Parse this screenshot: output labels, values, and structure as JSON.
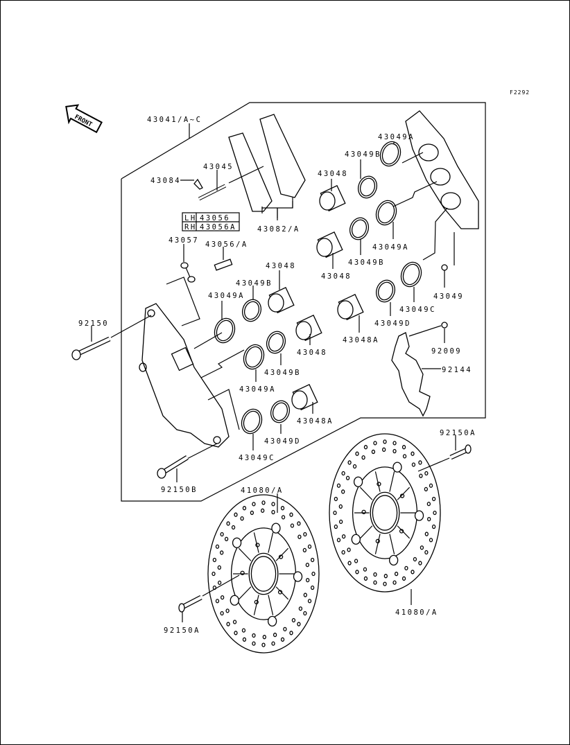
{
  "diagram_code": "F2292",
  "front_logo": "FRONT",
  "side_table": {
    "rows": [
      {
        "side": "LH",
        "part": "43056"
      },
      {
        "side": "RH",
        "part": "43056A"
      }
    ]
  },
  "labels": [
    {
      "id": "caliper_assy",
      "text": "43041/A~C"
    },
    {
      "id": "pin",
      "text": "43045"
    },
    {
      "id": "clip",
      "text": "43084"
    },
    {
      "id": "pads",
      "text": "43082/A"
    },
    {
      "id": "pad_spring",
      "text": "43057"
    },
    {
      "id": "bleeder",
      "text": "43056/A"
    },
    {
      "id": "piston_r1",
      "text": "43048"
    },
    {
      "id": "seal_b_r1",
      "text": "43049B"
    },
    {
      "id": "seal_a_r1",
      "text": "43049A"
    },
    {
      "id": "seal_a_r2",
      "text": "43049A"
    },
    {
      "id": "seal_b_r2",
      "text": "43049B"
    },
    {
      "id": "piston_r2",
      "text": "43048"
    },
    {
      "id": "piston_l1",
      "text": "43048"
    },
    {
      "id": "cap",
      "text": "43049"
    },
    {
      "id": "seal_c_r3",
      "text": "43049C"
    },
    {
      "id": "seal_b_l1",
      "text": "43049B"
    },
    {
      "id": "seal_a_l1",
      "text": "43049A"
    },
    {
      "id": "seal_d_r3",
      "text": "43049D"
    },
    {
      "id": "piston_a_r3",
      "text": "43048A"
    },
    {
      "id": "bolt_caliper",
      "text": "92150"
    },
    {
      "id": "piston_l2",
      "text": "43048"
    },
    {
      "id": "bolt_cover",
      "text": "92009"
    },
    {
      "id": "seal_b_l2",
      "text": "43049B"
    },
    {
      "id": "cover",
      "text": "92144"
    },
    {
      "id": "seal_a_l2",
      "text": "43049A"
    },
    {
      "id": "piston_a_l3",
      "text": "43048A"
    },
    {
      "id": "seal_d_l3",
      "text": "43049D"
    },
    {
      "id": "seal_c_l3",
      "text": "43049C"
    },
    {
      "id": "bolt_disc_r",
      "text": "92150A"
    },
    {
      "id": "bolt_caliper_b",
      "text": "92150B"
    },
    {
      "id": "disc_l",
      "text": "41080/A"
    },
    {
      "id": "disc_r",
      "text": "41080/A"
    },
    {
      "id": "bolt_disc_l",
      "text": "92150A"
    }
  ]
}
